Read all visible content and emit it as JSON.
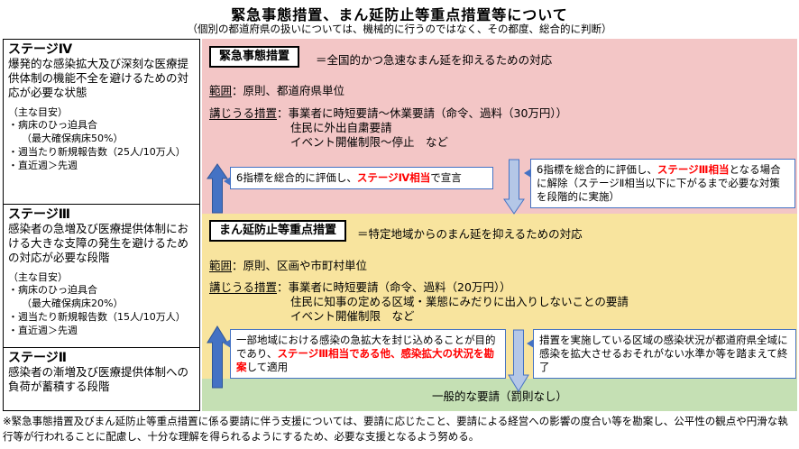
{
  "header": {
    "title": "緊急事態措置、まん延防止等重点措置等について",
    "subtitle": "（個別の都道府県の扱いについては、機械的に行うのではなく、その都度、総合的に判断）"
  },
  "stage_panel": {
    "stage4": {
      "name": "ステージⅣ",
      "description": "爆発的な感染拡大及び深刻な医療提供体制の機能不全を避けるための対応が必要な状態",
      "criteria_heading": "（主な目安）",
      "criteria": [
        "・病床のひっ迫具合",
        "（最大確保病床50%）",
        "・週当たり新規報告数（25人/10万人）",
        "・直近週＞先週"
      ]
    },
    "stage3": {
      "name": "ステージⅢ",
      "description": "感染者の急増及び医療提供体制における大きな支障の発生を避けるための対応が必要な段階",
      "criteria_heading": "（主な目安）",
      "criteria": [
        "・病床のひっ迫具合",
        "（最大確保病床20%）",
        "・週当たり新規報告数（15人/10万人）",
        "・直近週＞先週"
      ]
    },
    "stage2": {
      "name": "ステージⅡ",
      "description": "感染者の漸増及び医療提供体制への負荷が蓄積する段階"
    }
  },
  "emergency": {
    "label": "緊急事態措置",
    "definition": "＝全国的かつ急速なまん延を抑えるための対応",
    "scope_label": "範囲",
    "scope_value": "：原則、都道府県単位",
    "measures_label": "講じうる措置",
    "measures_line1": "：事業者に時短要請～休業要請（命令、過料（30万円））",
    "measures_line2": "住民に外出自粛要請",
    "measures_line3": "イベント開催制限～停止　など"
  },
  "priority": {
    "label": "まん延防止等重点措置",
    "definition": "＝特定地域からのまん延を抑えるための対応",
    "scope_label": "範囲",
    "scope_value": "：原則、区画や市町村単位",
    "measures_label": "講じうる措置",
    "measures_line1": "：事業者に時短要請（命令、過料（20万円））",
    "measures_line2": "住民に知事の定める区域・業態にみだりに出入りしないことの要請",
    "measures_line3": "イベント開催制限　など"
  },
  "transitions": {
    "declare": {
      "pre": "6指標を総合的に評価し、",
      "highlight": "ステージⅣ相当",
      "post": "で宣言"
    },
    "lift": {
      "pre": "6指標を総合的に評価し、",
      "highlight": "ステージⅢ相当",
      "post": "となる場合に解除（ステージⅡ相当以下に下がるまで必要な対策を段階的に実施）"
    },
    "apply": {
      "pre": "一部地域における感染の急拡大を封じ込めることが目的であり、",
      "highlight": "ステージⅢ相当である他、感染拡大の状況を勘案",
      "post": "して適用"
    },
    "terminate": {
      "pre": "措置を実施している区域の感染状況が都道府県全域に感染を拡大させるおそれがない水準か等を踏まえて終了",
      "highlight": "",
      "post": ""
    }
  },
  "general_request": "一般的な要請（罰則なし）",
  "footnote": "※緊急事態措置及びまん延防止等重点措置に係る要請に伴う支援については、要請に応じたこと、要請による経営への影響の度合い等を勘案し、公平性の観点や円滑な執行等が行われることに配慮し、十分な理解を得られるようにするため、必要な支援となるよう努める。",
  "colors": {
    "emergency_bg": "#F3C6C6",
    "priority_bg": "#F8E49E",
    "general_bg": "#C5E0B4",
    "arrow_up_fill": "#4472C4",
    "arrow_down_fill": "#B4C7E7",
    "callout_border": "#4472C4",
    "highlight_red": "#FF0000"
  }
}
